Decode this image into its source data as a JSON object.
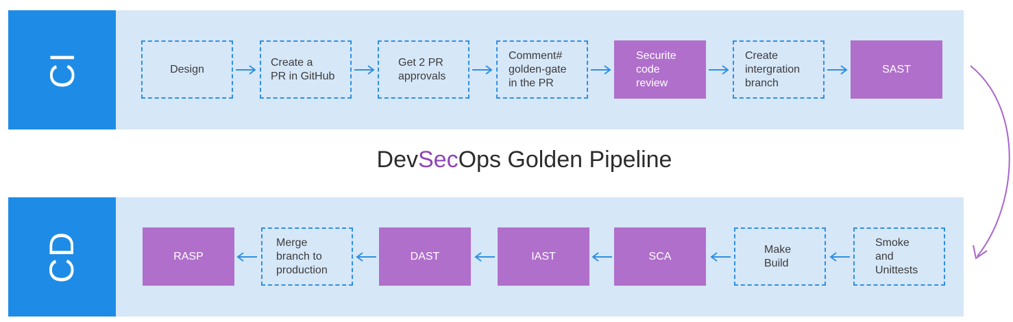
{
  "title": {
    "part1": "Dev",
    "part2": "Sec",
    "part3": "Ops Golden Pipeline"
  },
  "ci": {
    "label": "CI",
    "steps": [
      {
        "text": "Design",
        "style": "outline"
      },
      {
        "text": "Create a\nPR in GitHub",
        "style": "outline"
      },
      {
        "text": "Get 2 PR\napprovals",
        "style": "outline"
      },
      {
        "text": "Comment#\ngolden-gate\nin the PR",
        "style": "outline"
      },
      {
        "text": "Securite\ncode\nreview",
        "style": "filled"
      },
      {
        "text": "Create\nintergration\nbranch",
        "style": "outline"
      },
      {
        "text": "SAST",
        "style": "filled"
      }
    ]
  },
  "cd": {
    "label": "CD",
    "steps": [
      {
        "text": "RASP",
        "style": "filled"
      },
      {
        "text": "Merge\nbranch to\nproduction",
        "style": "outline"
      },
      {
        "text": "DAST",
        "style": "filled"
      },
      {
        "text": "IAST",
        "style": "filled"
      },
      {
        "text": "SCA",
        "style": "filled"
      },
      {
        "text": "Make\nBuild",
        "style": "outline"
      },
      {
        "text": "Smoke\nand\nUnittests",
        "style": "outline"
      }
    ]
  },
  "colors": {
    "band": "#d6e7f8",
    "tab": "#1e8ce6",
    "outline": "#2f8fe0",
    "filled": "#b06fcb",
    "accent_text": "#8e46b5",
    "connector": "#a865c9"
  }
}
